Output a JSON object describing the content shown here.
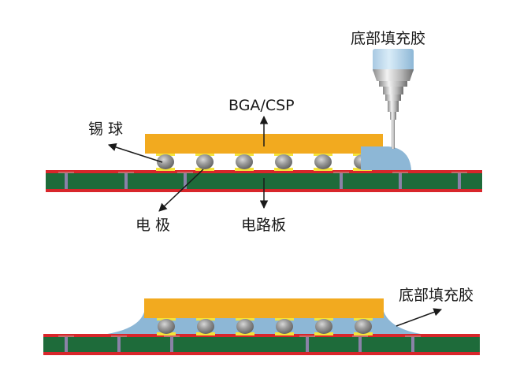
{
  "diagram": {
    "title": "BGA/CSP underfill process",
    "colors": {
      "chip": "#F2AA1F",
      "pcb": "#1E6B3A",
      "pcb_edge": "#D8262B",
      "via": "#8A82A8",
      "pad": "#F4E43A",
      "ball": "#8C8C8C",
      "underfill": "#8DB7D6",
      "arrow": "#1a1a1a"
    },
    "top": {
      "labels": {
        "dispenser": "底部填充胶",
        "chip": "BGA/CSP",
        "solder_ball": "锡 球",
        "electrode": "电 极",
        "board": "电路板"
      },
      "ball_count": 6,
      "state": "dispensing"
    },
    "bottom": {
      "labels": {
        "underfill": "底部填充胶"
      },
      "ball_count": 6,
      "state": "filled"
    }
  }
}
